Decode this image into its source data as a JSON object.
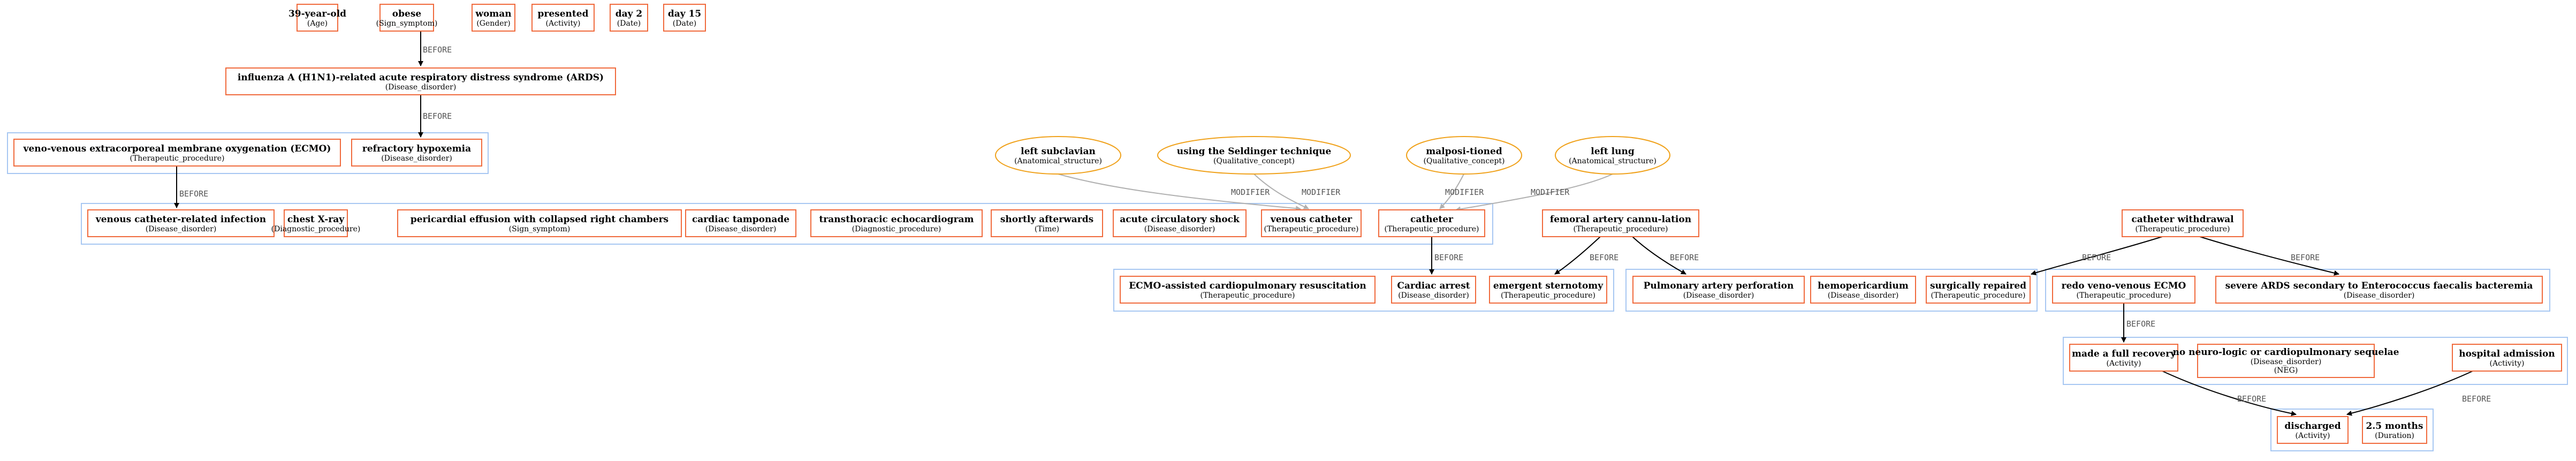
{
  "nodes": {
    "age": {
      "label": "39-year-old",
      "type": "(Age)"
    },
    "obese": {
      "label": "obese",
      "type": "(Sign_symptom)"
    },
    "woman": {
      "label": "woman",
      "type": "(Gender)"
    },
    "presented": {
      "label": "presented",
      "type": "(Activity)"
    },
    "day2": {
      "label": "day 2",
      "type": "(Date)"
    },
    "day15": {
      "label": "day 15",
      "type": "(Date)"
    },
    "ards": {
      "label": "influenza A (H1N1)-related acute respiratory distress syndrome (ARDS)",
      "type": "(Disease_disorder)"
    },
    "vvecmo": {
      "label": "veno-venous extracorporeal membrane oxygenation (ECMO)",
      "type": "(Therapeutic_procedure)"
    },
    "hypox": {
      "label": "refractory hypoxemia",
      "type": "(Disease_disorder)"
    },
    "cathinf": {
      "label": "venous catheter-related infection",
      "type": "(Disease_disorder)"
    },
    "xray": {
      "label": "chest X-ray",
      "type": "(Diagnostic_procedure)"
    },
    "effusion": {
      "label": "pericardial effusion with collapsed right chambers",
      "type": "(Sign_symptom)"
    },
    "tamponade": {
      "label": "cardiac tamponade",
      "type": "(Disease_disorder)"
    },
    "echo": {
      "label": "transthoracic echocardiogram",
      "type": "(Diagnostic_procedure)"
    },
    "shortly": {
      "label": "shortly afterwards",
      "type": "(Time)"
    },
    "shock": {
      "label": "acute circulatory shock",
      "type": "(Disease_disorder)"
    },
    "vcath": {
      "label": "venous catheter",
      "type": "(Therapeutic_procedure)"
    },
    "cath": {
      "label": "catheter",
      "type": "(Therapeutic_procedure)"
    },
    "subclav": {
      "label": "left subclavian",
      "type": "(Anatomical_structure)"
    },
    "seld": {
      "label": "using the Seldinger technique",
      "type": "(Qualitative_concept)"
    },
    "malpos": {
      "label": "malposi-tioned",
      "type": "(Qualitative_concept)"
    },
    "leftlung": {
      "label": "left lung",
      "type": "(Anatomical_structure)"
    },
    "femoral": {
      "label": "femoral artery cannu-lation",
      "type": "(Therapeutic_procedure)"
    },
    "ecpr": {
      "label": "ECMO-assisted cardiopulmonary resuscitation",
      "type": "(Therapeutic_procedure)"
    },
    "arrest": {
      "label": "Cardiac arrest",
      "type": "(Disease_disorder)"
    },
    "sternotomy": {
      "label": "emergent sternotomy",
      "type": "(Therapeutic_procedure)"
    },
    "perforation": {
      "label": "Pulmonary artery perforation",
      "type": "(Disease_disorder)"
    },
    "hemoperi": {
      "label": "hemopericardium",
      "type": "(Disease_disorder)"
    },
    "repaired": {
      "label": "surgically repaired",
      "type": "(Therapeutic_procedure)"
    },
    "withdrawal": {
      "label": "catheter withdrawal",
      "type": "(Therapeutic_procedure)"
    },
    "redo": {
      "label": "redo veno-venous ECMO",
      "type": "(Therapeutic_procedure)"
    },
    "severe": {
      "label": "severe ARDS secondary to Enterococcus faecalis bacteremia",
      "type": "(Disease_disorder)"
    },
    "recovery": {
      "label": "made a full recovery",
      "type": "(Activity)"
    },
    "sequelae": {
      "label": "no neuro-logic or cardiopulmonary sequelae",
      "type": "(Disease_disorder)",
      "extra": "(NEG)"
    },
    "admission": {
      "label": "hospital admission",
      "type": "(Activity)"
    },
    "discharged": {
      "label": "discharged",
      "type": "(Activity)"
    },
    "months": {
      "label": "2.5 months",
      "type": "(Duration)"
    }
  },
  "edges": [
    {
      "from": "obese",
      "to": "ards",
      "label": "BEFORE"
    },
    {
      "from": "ards",
      "to": "hypox",
      "label": "BEFORE"
    },
    {
      "from": "vvecmo",
      "to": "cathinf",
      "label": "BEFORE"
    },
    {
      "from": "subclav",
      "to": "vcath",
      "label": "MODIFIER"
    },
    {
      "from": "seld",
      "to": "vcath",
      "label": "MODIFIER"
    },
    {
      "from": "malpos",
      "to": "cath",
      "label": "MODIFIER"
    },
    {
      "from": "leftlung",
      "to": "cath",
      "label": "MODIFIER"
    },
    {
      "from": "cath",
      "to": "arrest",
      "label": "BEFORE"
    },
    {
      "from": "femoral",
      "to": "sternotomy",
      "label": "BEFORE"
    },
    {
      "from": "femoral",
      "to": "perforation",
      "label": "BEFORE"
    },
    {
      "from": "withdrawal",
      "to": "repaired",
      "label": "BEFORE"
    },
    {
      "from": "withdrawal",
      "to": "severe",
      "label": "BEFORE"
    },
    {
      "from": "redo",
      "to": "recovery",
      "label": "BEFORE"
    },
    {
      "from": "recovery",
      "to": "discharged",
      "label": "BEFORE"
    },
    {
      "from": "admission",
      "to": "discharged",
      "label": "BEFORE"
    }
  ],
  "colors": {
    "box_border": "#f06a3c",
    "ellipse_border": "#f0a21c",
    "group_border": "#a7c7f2",
    "before_edge": "#000000",
    "modifier_edge": "#b0b0b0"
  }
}
